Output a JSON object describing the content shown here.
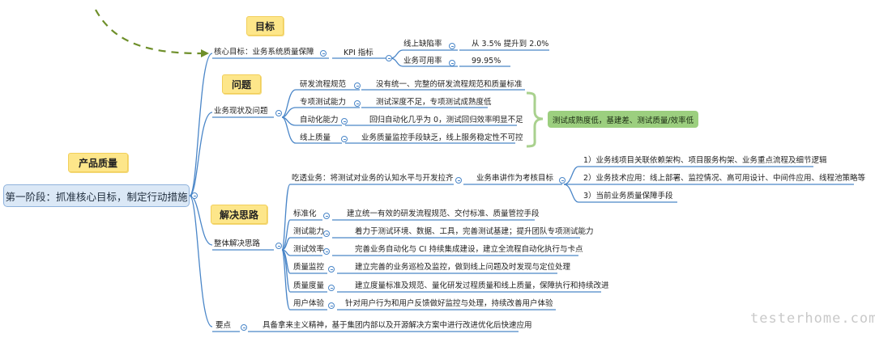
{
  "root": {
    "label": "第一阶段：抓准核心目标，制定行动措施"
  },
  "stickies": {
    "goal": "目标",
    "problem": "问题",
    "product_quality": "产品质量",
    "solution": "解决思路"
  },
  "goal": {
    "main": "核心目标：业务系统质量保障",
    "kpi": "KPI 指标",
    "defect_rate": "线上缺陷率",
    "defect_rate_value": "从 3.5% 提升到 2.0%",
    "availability": "业务可用率",
    "availability_value": "99.95%"
  },
  "status": {
    "main": "业务现状及问题",
    "items": [
      {
        "label": "研发流程规范",
        "desc": "没有统一、完整的研发流程规范和质量标准"
      },
      {
        "label": "专项测试能力",
        "desc": "测试深度不足，专项测试成熟度低"
      },
      {
        "label": "自动化能力",
        "desc": "回归自动化几乎为 0，测试回归效率明显不足"
      },
      {
        "label": "线上质量",
        "desc": "业务质量监控手段缺乏，线上服务稳定性不可控"
      }
    ],
    "summary": "测试成熟度低，基建差、测试质量/效率低"
  },
  "understand": {
    "main": "吃透业务：将测试对业务的认知水平与开发拉齐",
    "sub": "业务串讲作为考核目标",
    "items": [
      "1）业务线项目关联依赖架构、项目服务构架、业务重点流程及细节逻辑",
      "2）业务技术应用：线上部署、监控情况、高可用设计、中间件应用、线程池策略等",
      "3）当前业务质量保障手段"
    ]
  },
  "overall": {
    "main": "整体解决思路",
    "items": [
      {
        "label": "标准化",
        "desc": "建立统一有效的研发流程规范、交付标准、质量管控手段"
      },
      {
        "label": "测试能力",
        "desc": "着力于测试环境、数据、工具，完善测试基建；提升团队专项测试能力"
      },
      {
        "label": "测试效率",
        "desc": "完善业务自动化与 CI 持续集成建设，建立全流程自动化执行与卡点"
      },
      {
        "label": "质量监控",
        "desc": "建立完善的业务巡检及监控，做到线上问题及时发现与定位处理"
      },
      {
        "label": "质量度量",
        "desc": "建立度量标准及规范、量化研发过程质量和线上质量，保障执行和持续改进"
      },
      {
        "label": "用户体验",
        "desc": "针对用户行为和用户反馈做好监控与处理，持续改善用户体验"
      }
    ]
  },
  "keypoint": {
    "main": "要点",
    "desc": "具备拿来主义精神，基于集团内部以及开源解决方案中进行改进优化后快速应用"
  },
  "watermark": "testerhome.com",
  "colors": {
    "line": "#4a86c8",
    "sticky": "#fde68a",
    "root_bg": "#dbe8f6",
    "summary": "#9ccf7f",
    "dashed": "#6e8f2a",
    "bracket": "#a9d18e"
  }
}
